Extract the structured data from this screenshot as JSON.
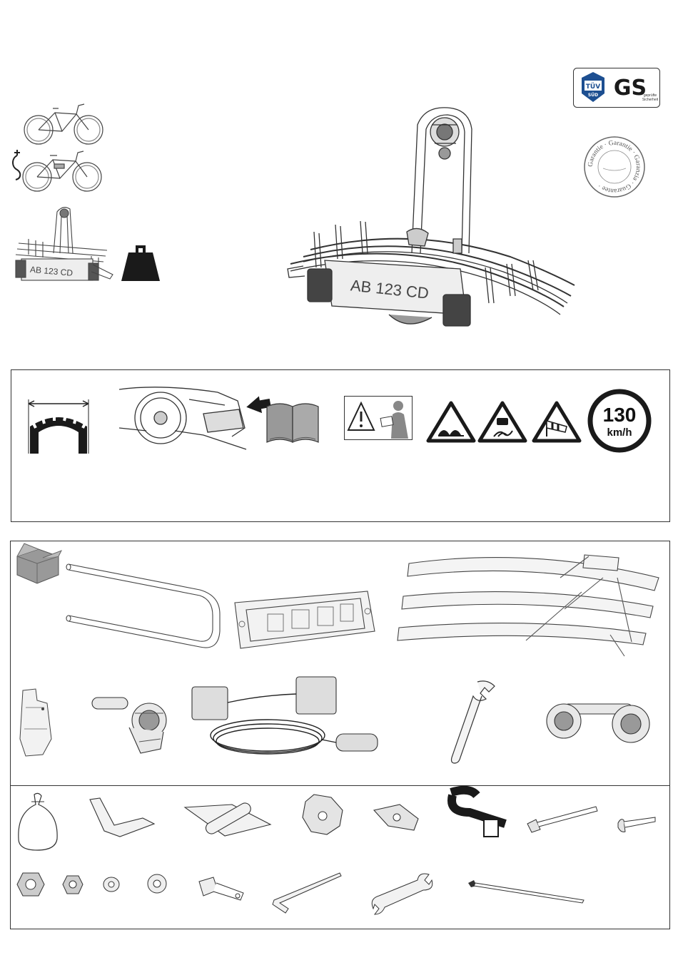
{
  "header": {
    "plate_small": "AB 123 CD",
    "plate_main": "AB 123 CD"
  },
  "certifications": {
    "tuv_label": "TÜV",
    "tuv_sub": "SÜD",
    "gs_label": "GS",
    "gs_sub_line1": "geprüfte",
    "gs_sub_line2": "Sicherheit",
    "seal_text": "Garantie · Garantie · Garanzia · Guarantee ·"
  },
  "warnings": {
    "speed_value": "130",
    "speed_unit": "km/h"
  },
  "colors": {
    "line": "#333333",
    "fill_dark": "#1a1a1a",
    "tuv_blue": "#1d4f91",
    "paper": "#ffffff"
  },
  "icons": {
    "weight": "weight-icon",
    "manual": "manual-book-icon",
    "road_bumpy": "bumpy-road-sign-icon",
    "road_slippery": "slippery-road-sign-icon",
    "crosswind": "crosswind-sign-icon"
  }
}
